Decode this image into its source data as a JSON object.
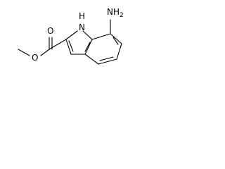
{
  "structure": {
    "atom_labels": {
      "amine": "NH",
      "amine_subscript": "2",
      "ring_nh": "H",
      "ring_n": "N",
      "carbonyl_o": "O",
      "ester_o": "O"
    },
    "colors": {
      "bond": "#000000",
      "label": "#000000",
      "background": "#ffffff"
    }
  }
}
